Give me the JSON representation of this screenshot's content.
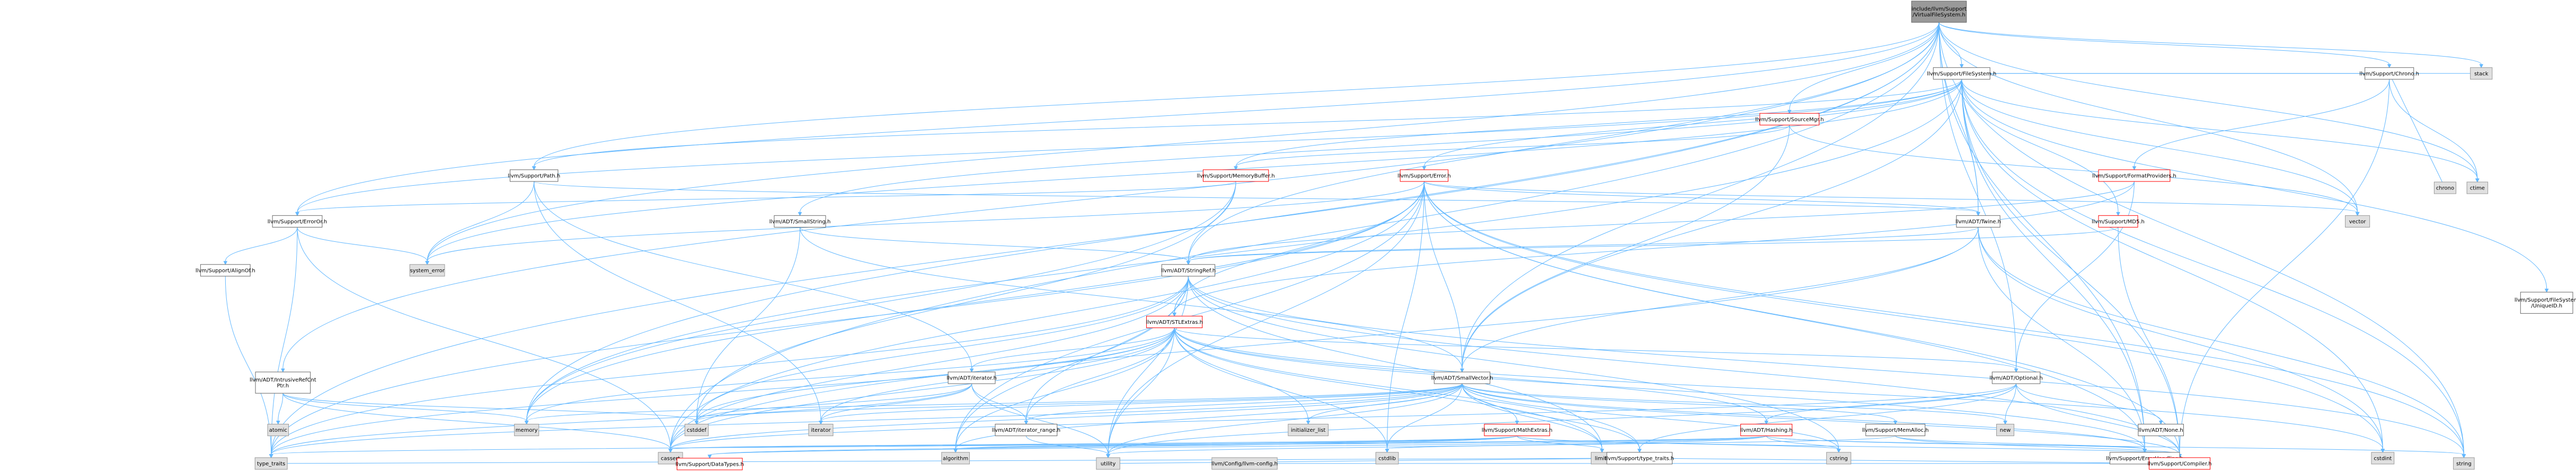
{
  "colors": {
    "root_fill": "#999999",
    "default_fill": "#ffffff",
    "default_stroke": "#666666",
    "truncated_stroke": "#ff0000",
    "system_fill": "#e0e0e0",
    "system_stroke": "#999999",
    "edge": "#63b8ff"
  },
  "nodes": [
    {
      "id": "root",
      "label": [
        "include/llvm/Support",
        "/VirtualFileSystem.h"
      ],
      "kind": "root"
    },
    {
      "id": "filesystem",
      "label": [
        "llvm/Support/FileSystem.h"
      ],
      "kind": "default"
    },
    {
      "id": "sourcemgr",
      "label": [
        "llvm/Support/SourceMgr.h"
      ],
      "kind": "truncated"
    },
    {
      "id": "chrono",
      "label": [
        "llvm/Support/Chrono.h"
      ],
      "kind": "default"
    },
    {
      "id": "stack",
      "label": [
        "stack"
      ],
      "kind": "system"
    },
    {
      "id": "memorybuffer",
      "label": [
        "llvm/Support/MemoryBuffer.h"
      ],
      "kind": "truncated"
    },
    {
      "id": "error",
      "label": [
        "llvm/Support/Error.h"
      ],
      "kind": "truncated"
    },
    {
      "id": "formatproviders",
      "label": [
        "llvm/Support/FormatProviders.h"
      ],
      "kind": "truncated"
    },
    {
      "id": "ctime",
      "label": [
        "ctime"
      ],
      "kind": "system"
    },
    {
      "id": "chrono_sys",
      "label": [
        "chrono"
      ],
      "kind": "system"
    },
    {
      "id": "path",
      "label": [
        "llvm/Support/Path.h"
      ],
      "kind": "default"
    },
    {
      "id": "errorc",
      "label": [
        "llvm/Support/ErrorOr.h"
      ],
      "kind": "default"
    },
    {
      "id": "smallstring",
      "label": [
        "llvm/ADT/SmallString.h"
      ],
      "kind": "default"
    },
    {
      "id": "twine",
      "label": [
        "llvm/ADT/Twine.h"
      ],
      "kind": "default"
    },
    {
      "id": "md5",
      "label": [
        "llvm/Support/MD5.h"
      ],
      "kind": "truncated"
    },
    {
      "id": "vector",
      "label": [
        "vector"
      ],
      "kind": "system"
    },
    {
      "id": "alignof",
      "label": [
        "llvm/Support/AlignOf.h"
      ],
      "kind": "default"
    },
    {
      "id": "system_error",
      "label": [
        "system_error"
      ],
      "kind": "system"
    },
    {
      "id": "stringref",
      "label": [
        "llvm/ADT/StringRef.h"
      ],
      "kind": "default"
    },
    {
      "id": "stlextras",
      "label": [
        "llvm/ADT/STLExtras.h"
      ],
      "kind": "truncated"
    },
    {
      "id": "uniqueid",
      "label": [
        "llvm/Support/FileSystem",
        "/UniqueID.h"
      ],
      "kind": "default"
    },
    {
      "id": "intrusiverefcnt",
      "label": [
        "llvm/ADT/IntrusiveRefCnt",
        "Ptr.h"
      ],
      "kind": "default"
    },
    {
      "id": "iterator",
      "label": [
        "llvm/ADT/iterator.h"
      ],
      "kind": "default"
    },
    {
      "id": "smallvector",
      "label": [
        "llvm/ADT/SmallVector.h"
      ],
      "kind": "default"
    },
    {
      "id": "optional",
      "label": [
        "llvm/ADT/Optional.h"
      ],
      "kind": "default"
    },
    {
      "id": "atomic",
      "label": [
        "atomic"
      ],
      "kind": "system"
    },
    {
      "id": "memory",
      "label": [
        "memory"
      ],
      "kind": "system"
    },
    {
      "id": "cstddef",
      "label": [
        "cstddef"
      ],
      "kind": "system"
    },
    {
      "id": "iterator_sys",
      "label": [
        "iterator"
      ],
      "kind": "system"
    },
    {
      "id": "iterator_range",
      "label": [
        "llvm/ADT/iterator_range.h"
      ],
      "kind": "default"
    },
    {
      "id": "initializer_list",
      "label": [
        "initializer_list"
      ],
      "kind": "system"
    },
    {
      "id": "mathextras",
      "label": [
        "llvm/Support/MathExtras.h"
      ],
      "kind": "truncated"
    },
    {
      "id": "hashing",
      "label": [
        "llvm/ADT/Hashing.h"
      ],
      "kind": "truncated"
    },
    {
      "id": "memalloc",
      "label": [
        "llvm/Support/MemAlloc.h"
      ],
      "kind": "default"
    },
    {
      "id": "new",
      "label": [
        "new"
      ],
      "kind": "system"
    },
    {
      "id": "none",
      "label": [
        "llvm/ADT/None.h"
      ],
      "kind": "default"
    },
    {
      "id": "cassert",
      "label": [
        "cassert"
      ],
      "kind": "system"
    },
    {
      "id": "datatypes",
      "label": [
        "llvm/Support/DataTypes.h"
      ],
      "kind": "truncated"
    },
    {
      "id": "algorithm",
      "label": [
        "algorithm"
      ],
      "kind": "system"
    },
    {
      "id": "cstdlib",
      "label": [
        "cstdlib"
      ],
      "kind": "system"
    },
    {
      "id": "limits",
      "label": [
        "limits"
      ],
      "kind": "system"
    },
    {
      "id": "typetraits_llvm",
      "label": [
        "llvm/Support/type_traits.h"
      ],
      "kind": "default"
    },
    {
      "id": "cstring",
      "label": [
        "cstring"
      ],
      "kind": "system"
    },
    {
      "id": "errorhandling",
      "label": [
        "llvm/Support/ErrorHandling.h"
      ],
      "kind": "default"
    },
    {
      "id": "cstdint",
      "label": [
        "cstdint"
      ],
      "kind": "system"
    },
    {
      "id": "type_traits",
      "label": [
        "type_traits"
      ],
      "kind": "system"
    },
    {
      "id": "utility",
      "label": [
        "utility"
      ],
      "kind": "system"
    },
    {
      "id": "compiler",
      "label": [
        "llvm/Support/Compiler.h"
      ],
      "kind": "truncated"
    },
    {
      "id": "string",
      "label": [
        "string"
      ],
      "kind": "system"
    },
    {
      "id": "llvmconfig",
      "label": [
        "llvm/Config/llvm-config.h"
      ],
      "kind": "system"
    }
  ]
}
